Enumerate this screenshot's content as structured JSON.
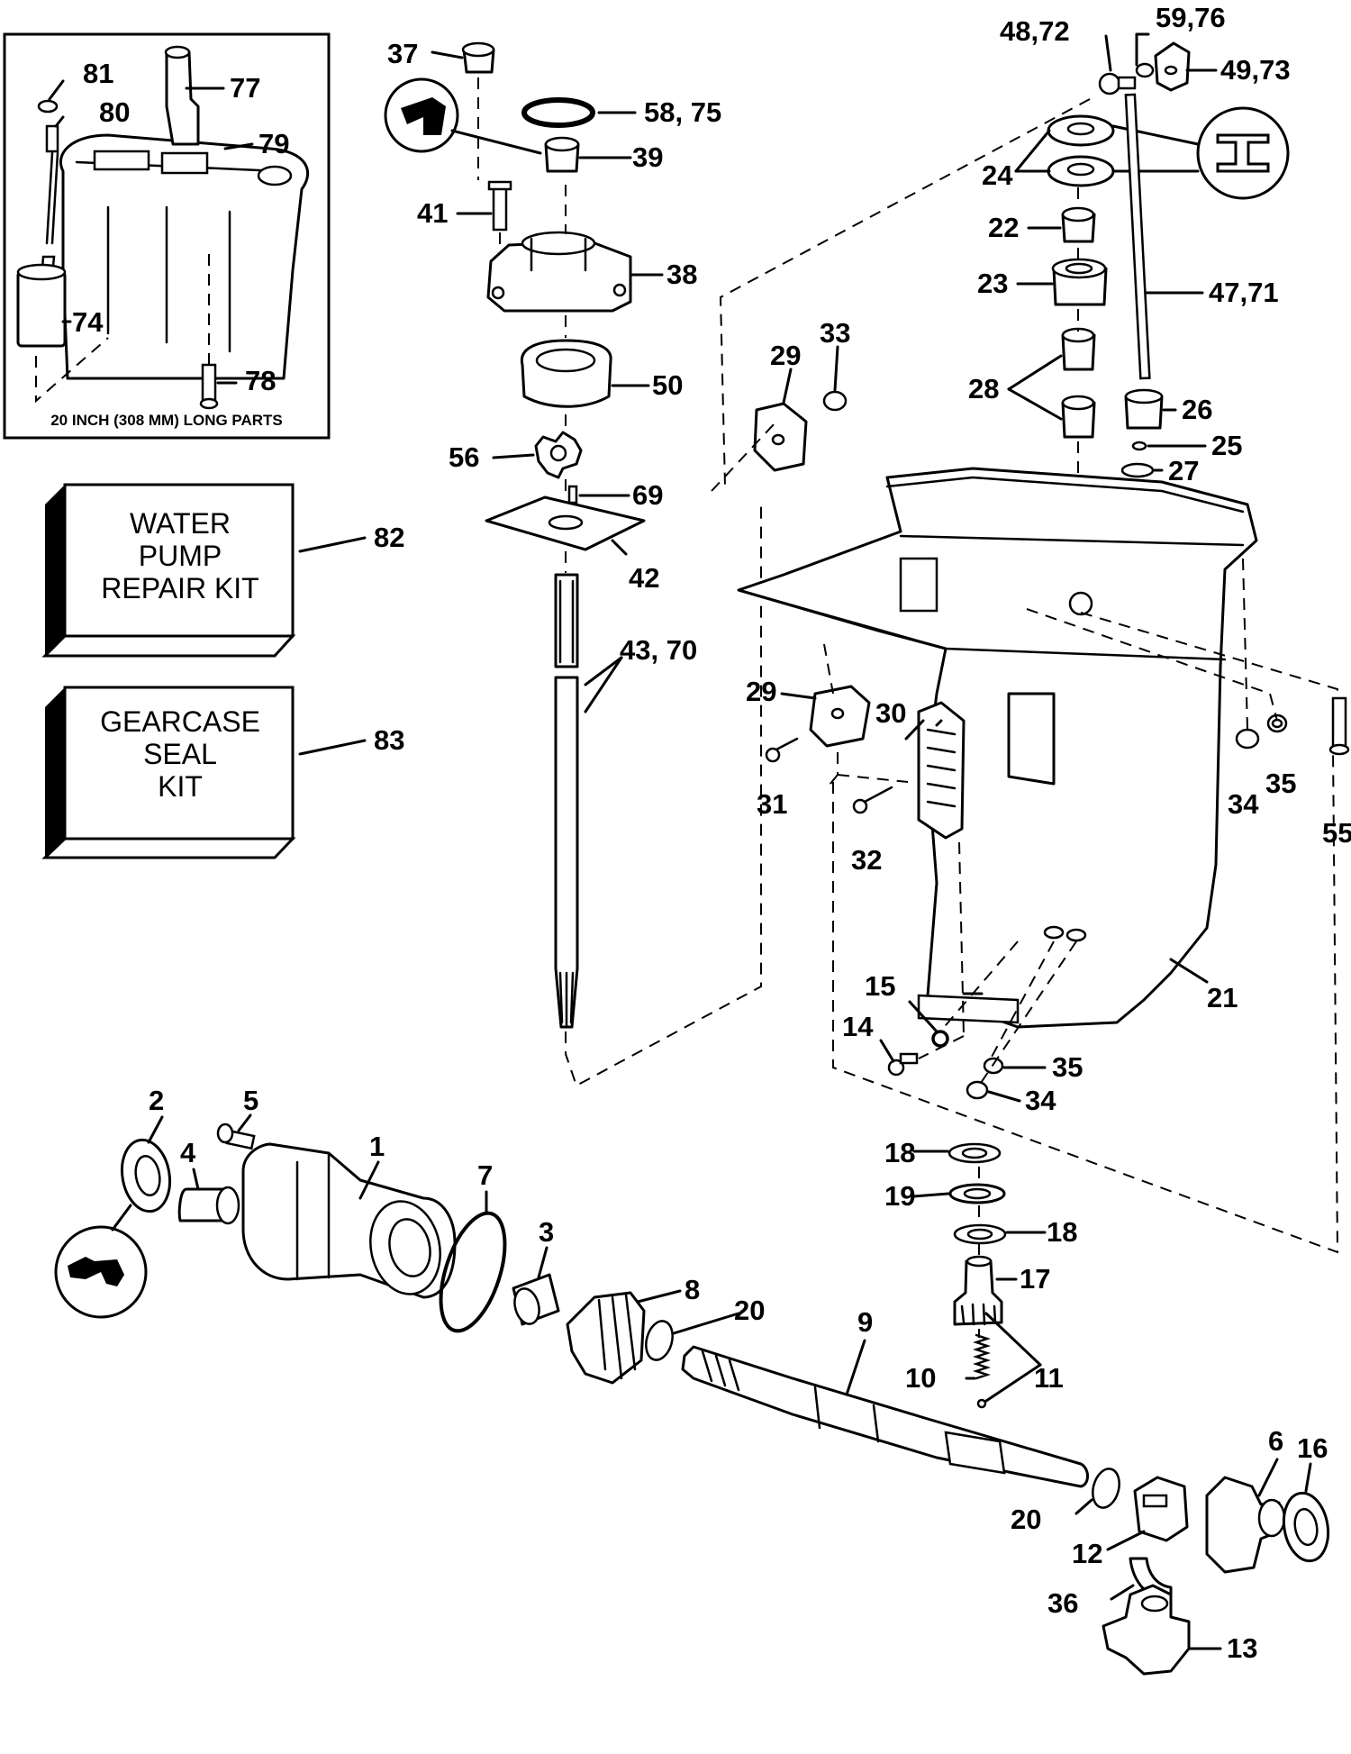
{
  "inset": {
    "note": "20 INCH (308 MM) LONG PARTS"
  },
  "kits": {
    "water_pump": [
      "WATER",
      "PUMP",
      "REPAIR KIT"
    ],
    "gearcase_seal": [
      "GEARCASE",
      "SEAL",
      "KIT"
    ]
  },
  "callouts": {
    "c81": "81",
    "c80": "80",
    "c77": "77",
    "c79": "79",
    "c74": "74",
    "c78": "78",
    "c82": "82",
    "c83": "83",
    "c37": "37",
    "c58": "58, 75",
    "c39": "39",
    "c41": "41",
    "c38": "38",
    "c50": "50",
    "c56": "56",
    "c69": "69",
    "c42": "42",
    "c43": "43, 70",
    "c48": "48,72",
    "c59": "59,76",
    "c49": "49,73",
    "c24": "24",
    "c22": "22",
    "c23": "23",
    "c47": "47,71",
    "c28": "28",
    "c26": "26",
    "c25": "25",
    "c27": "27",
    "c29a": "29",
    "c33": "33",
    "c29b": "29",
    "c30": "30",
    "c31": "31",
    "c32": "32",
    "c34a": "34",
    "c35a": "35",
    "c55": "55",
    "c21": "21",
    "c15": "15",
    "c14": "14",
    "c35b": "35",
    "c34b": "34",
    "c2": "2",
    "c4": "4",
    "c5": "5",
    "c1": "1",
    "c7": "7",
    "c3": "3",
    "c8": "8",
    "c20a": "20",
    "c9": "9",
    "c18a": "18",
    "c19": "19",
    "c18b": "18",
    "c17": "17",
    "c10": "10",
    "c11": "11",
    "c20b": "20",
    "c12": "12",
    "c6": "6",
    "c16": "16",
    "c36": "36",
    "c13": "13"
  }
}
